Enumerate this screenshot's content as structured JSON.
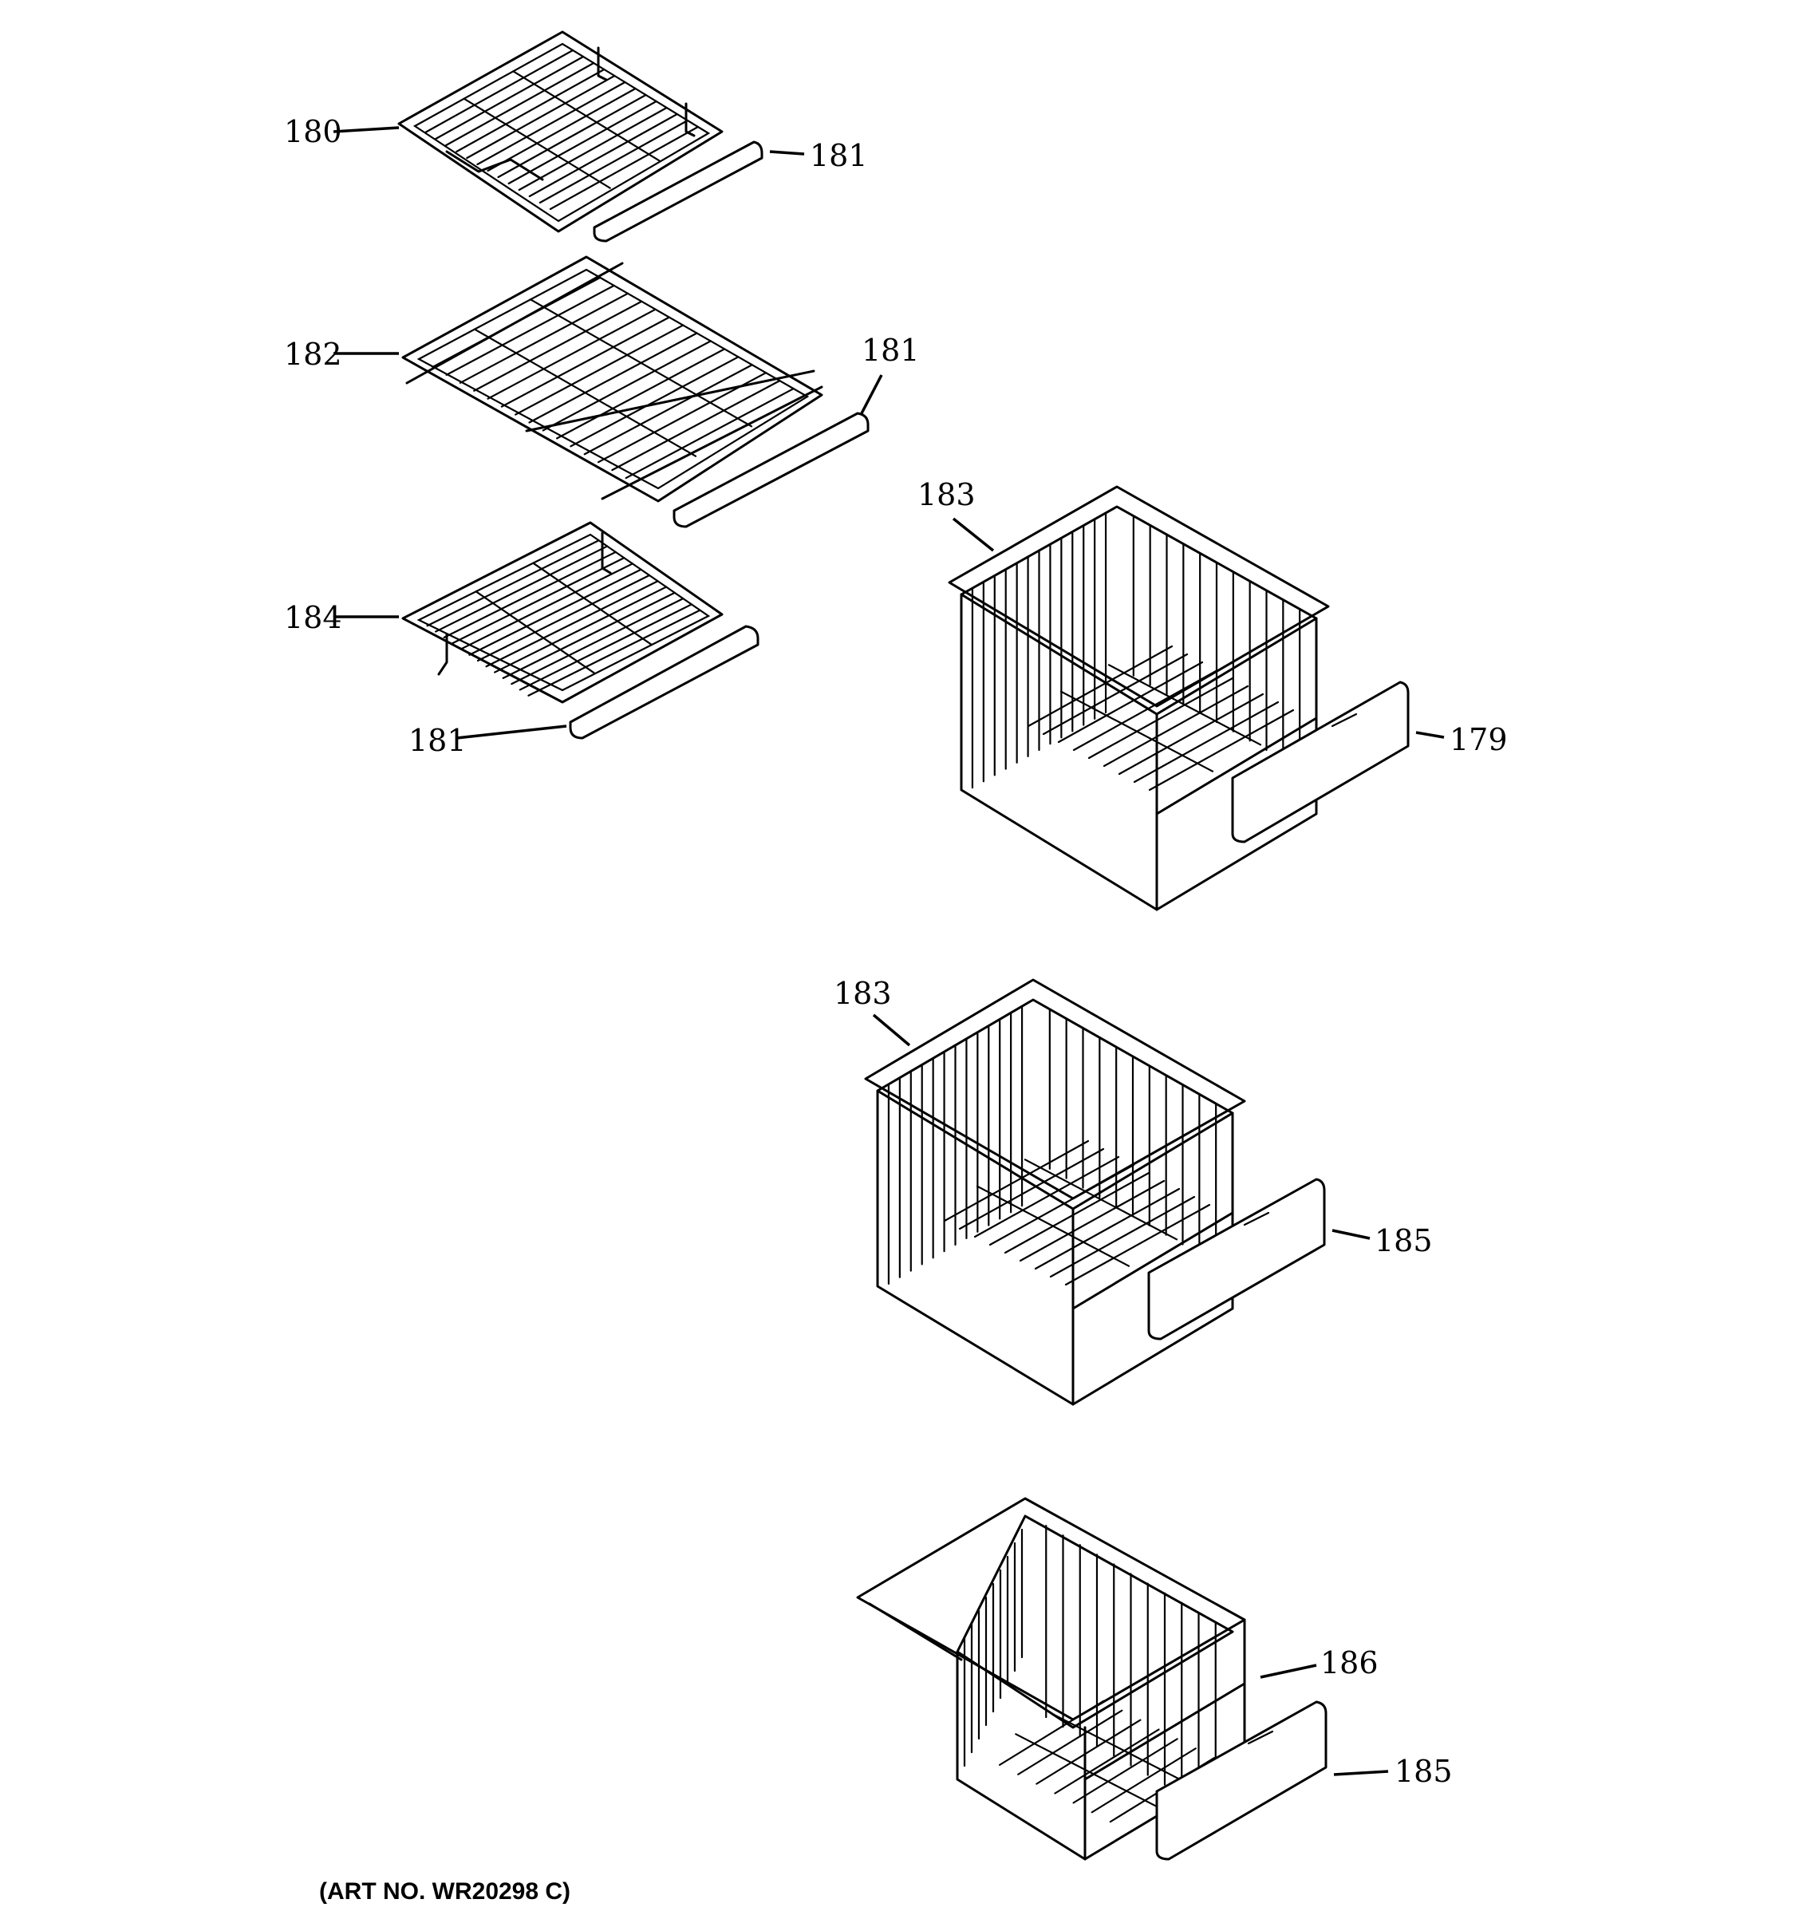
{
  "diagram": {
    "art_number": "(ART NO. WR20298 C)",
    "callouts": {
      "c180": "180",
      "c181a": "181",
      "c182": "182",
      "c181b": "181",
      "c184": "184",
      "c181c": "181",
      "c183a": "183",
      "c179": "179",
      "c183b": "183",
      "c185a": "185",
      "c186": "186",
      "c185b": "185"
    }
  }
}
